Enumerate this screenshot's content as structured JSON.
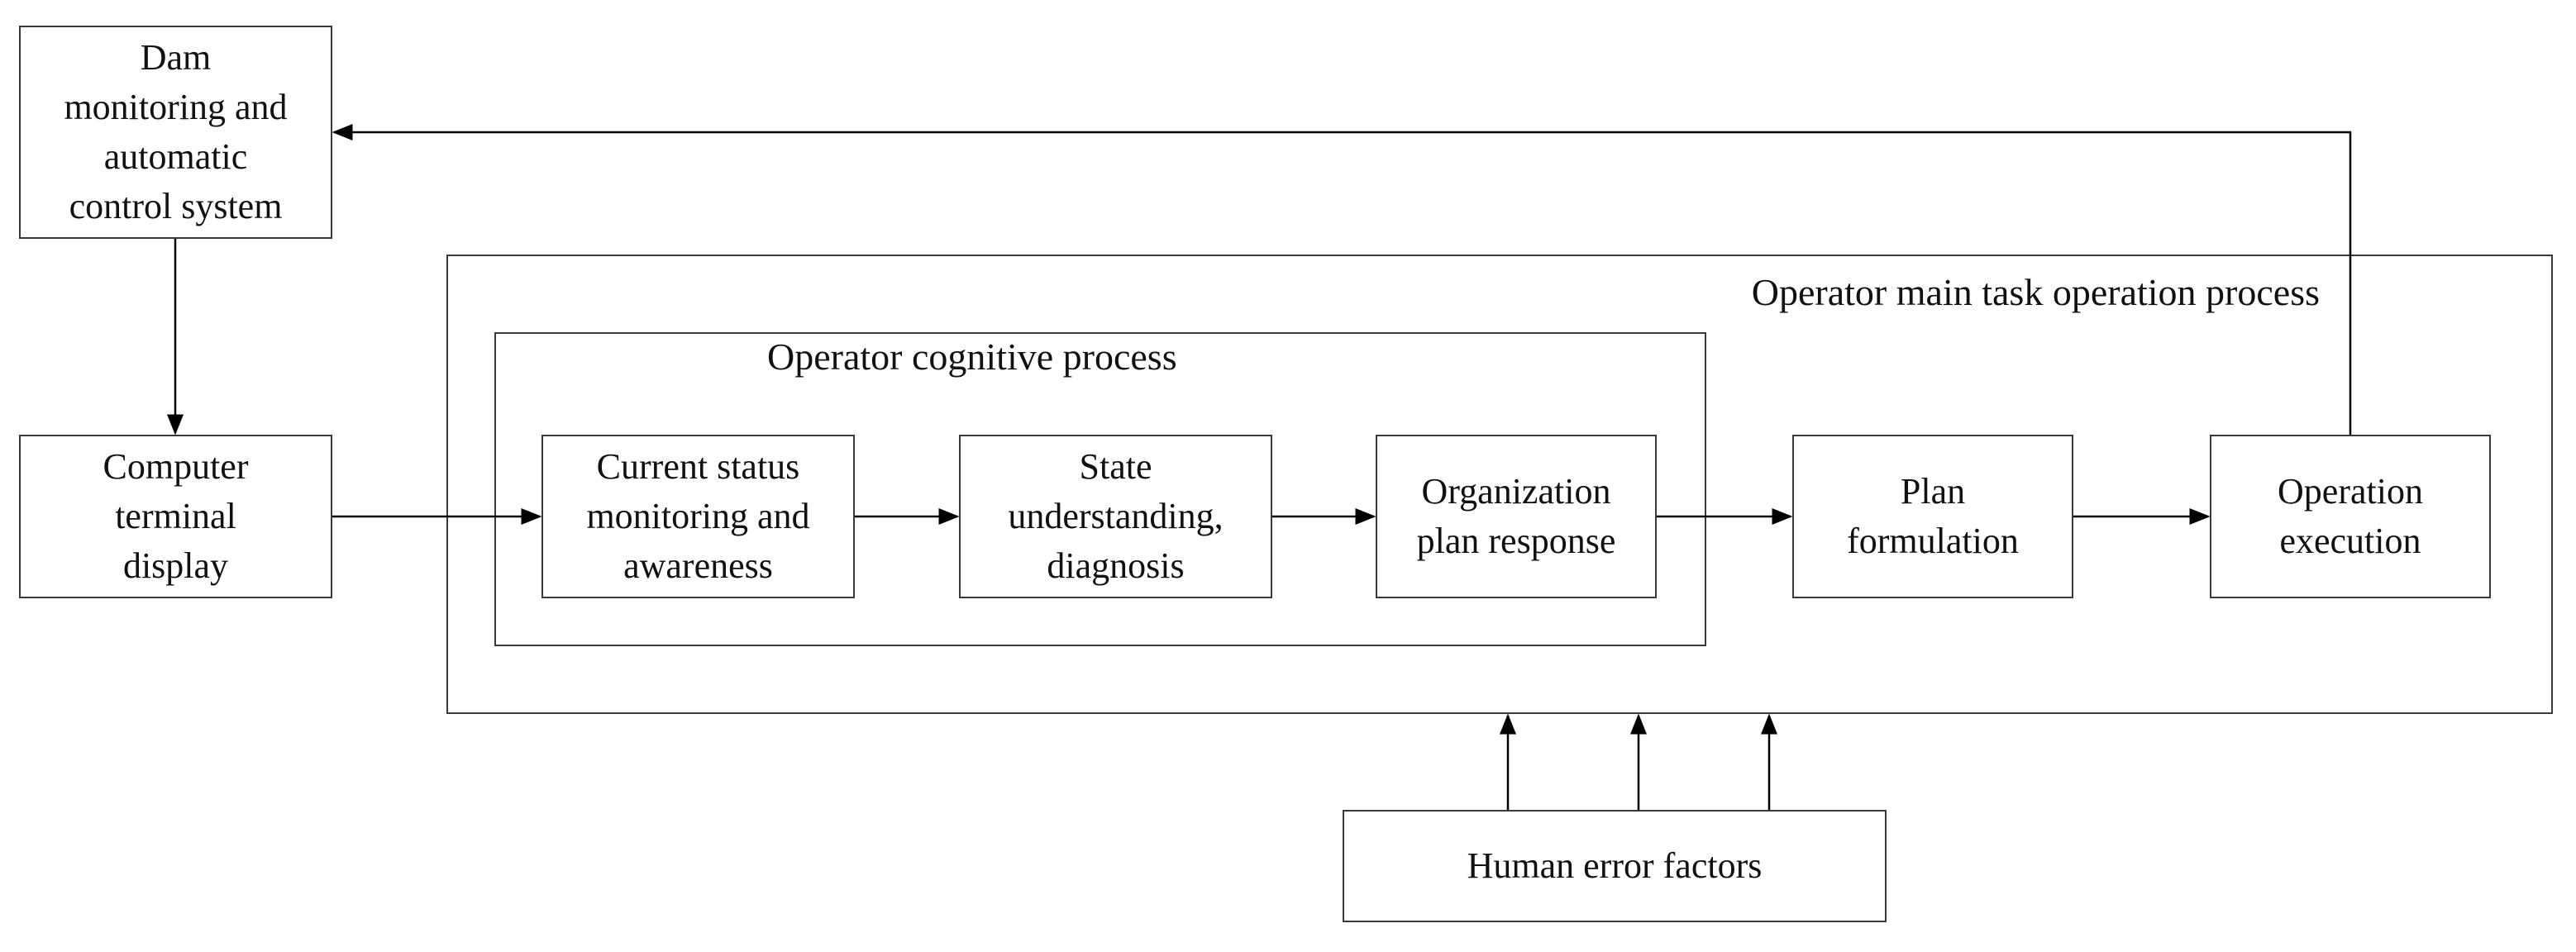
{
  "groups": {
    "main_task": "Operator main task operation process",
    "cognitive": "Operator cognitive process"
  },
  "nodes": {
    "dam_system": "Dam\nmonitoring and\nautomatic\ncontrol system",
    "terminal_display": "Computer\nterminal\ndisplay",
    "status_monitoring": "Current status\nmonitoring and\nawareness",
    "state_understanding": "State\nunderstanding,\ndiagnosis",
    "organization_response": "Organization\nplan response",
    "plan_formulation": "Plan\nformulation",
    "operation_execution": "Operation\nexecution",
    "human_error": "Human error factors"
  },
  "colors": {
    "line": "#000000",
    "border": "#3a3a3a",
    "text": "#111111"
  }
}
